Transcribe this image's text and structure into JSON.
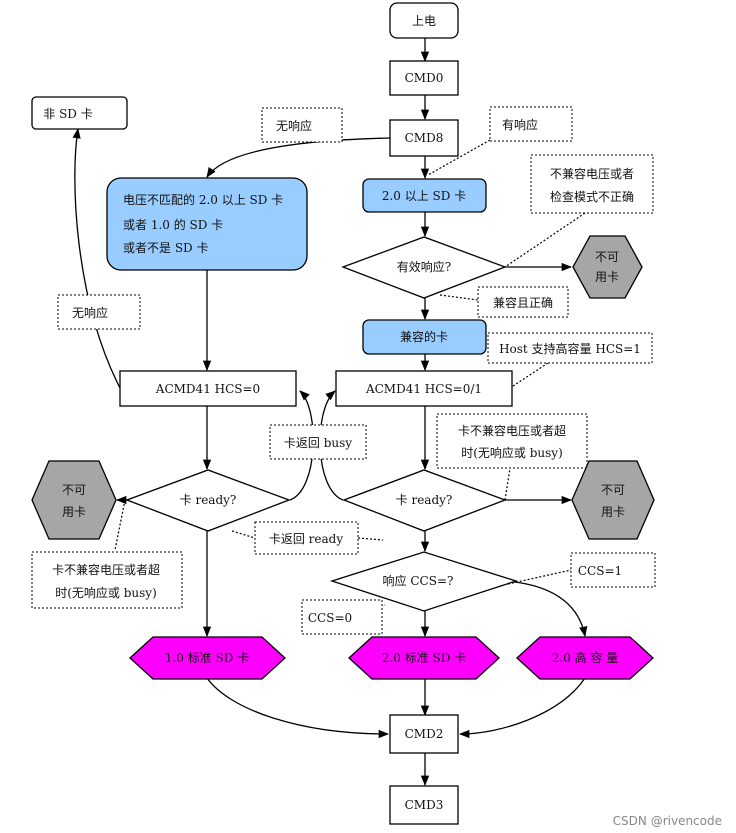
{
  "nodes": {
    "power_on": "上电",
    "cmd0": "CMD0",
    "cmd8": "CMD8",
    "non_sd": "非 SD 卡",
    "sd20_above": "2.0 以上 SD 卡",
    "mismatch_line1": "电压不匹配的 2.0 以上 SD 卡",
    "mismatch_line2": "或者 1.0 的 SD 卡",
    "mismatch_line3": "或者不是 SD 卡",
    "valid_response": "有效响应?",
    "unusable_line1": "不可",
    "unusable_line2": "用卡",
    "compatible_card": "兼容的卡",
    "acmd41_hcs0": "ACMD41 HCS=0",
    "acmd41_hcs01": "ACMD41 HCS=0/1",
    "card_ready": "卡 ready?",
    "response_ccs": "响应 CCS=?",
    "sd10_std": "1.0 标准 SD 卡",
    "sd20_std": "2.0 标准 SD 卡",
    "sd20_hc": "2.0 高 容 量",
    "cmd2": "CMD2",
    "cmd3": "CMD3"
  },
  "notes": {
    "no_response": "无响应",
    "has_response": "有响应",
    "incompatible_line1": "不兼容电压或者",
    "incompatible_line2": "检查模式不正确",
    "compatible_correct": "兼容且正确",
    "host_hcs": "Host 支持高容量 HCS=1",
    "card_busy": "卡返回 busy",
    "card_ready_ret": "卡返回 ready",
    "busy_line1": "卡不兼容电压或者超",
    "busy_line2": "时(无响应或 busy)",
    "ccs1": "CCS=1",
    "ccs0": "CCS=0"
  },
  "watermark": "CSDN @rivencode",
  "colors": {
    "blue": "#99ccff",
    "gray": "#a6a6a6",
    "magenta": "#ff00ff"
  }
}
